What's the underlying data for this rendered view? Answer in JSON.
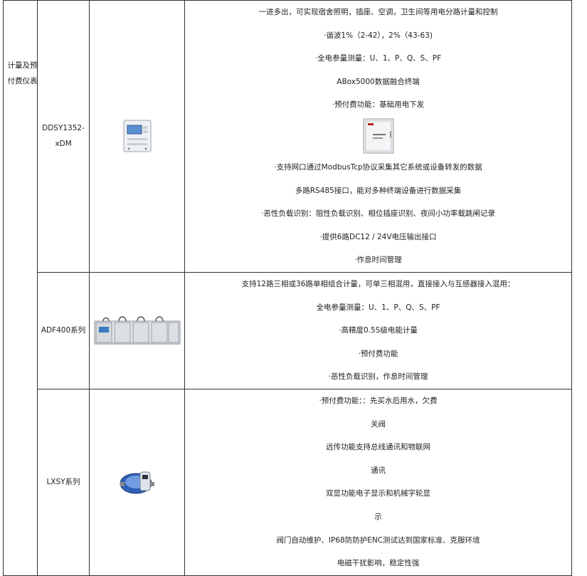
{
  "category": "计量及预付费仪表",
  "rows": [
    {
      "model": "DDSY1352-xDM",
      "lines_top": [
        "一进多出，可实现宿舍照明，插座、空调，卫生间等用电分路计量和控制",
        "·谐波1%（2-42），2%（43-63)",
        "·全电参量测量：U、1、P、Q、S、PF",
        "ABox5000数据融合终端",
        "·预付费功能：基础用电下发"
      ],
      "lines_bottom": [
        "·支持网口通过ModbusTcp协议采集其它系统或设备转发的数据",
        "多路RS485接口，能对多种终端设备进行数据采集",
        "·恶性负载识别：阻性负载识别、相位插座识别、夜间小功率载跳闸记录",
        "·提供6路DC12 / 24V电压输出接口",
        "·作息时间管理"
      ]
    },
    {
      "model": "ADF400系列",
      "lines": [
        "支持12路三相或36路单相组合计量，可单三相混用，直接接入与互感器接入混用：",
        "全电参量测量：U、1、P、Q、S、PF",
        "·高精度0.5S级电能计量",
        "·预付费功能",
        "·恶性负载识别，作息时间管理"
      ]
    },
    {
      "model": "LXSY系列",
      "lines": [
        "·预付费功能：：先买水后用水，欠费",
        "关阀",
        "远传功能支持总线通讯和物联网",
        "通讯",
        "双显功能电子显示和机械字轮显",
        "示",
        "阀门自动维护、IP68防防护ENC测试达到国家标准、克服环境",
        "电磁干扰影响，稳定性强"
      ]
    }
  ]
}
